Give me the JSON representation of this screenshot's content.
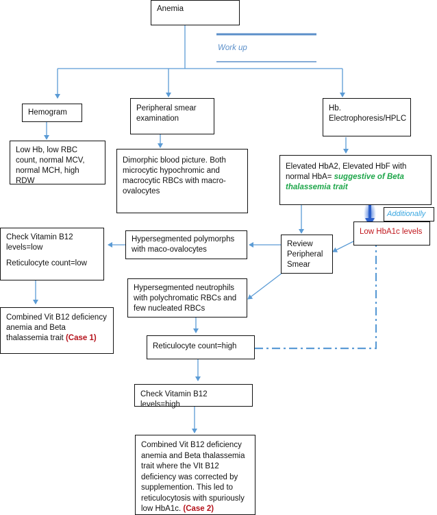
{
  "root": "Anemia",
  "workup_label": "Work up",
  "hemogram": "Hemogram",
  "peripheral_smear": "Peripheral smear examination",
  "electrophoresis": "Hb. Electrophoresis/HPLC",
  "hemogram_result": "Low Hb, low RBC count, normal MCV, normal MCH, high RDW",
  "smear_result": "Dimorphic blood picture. Both microcytic hypochromic and macrocytic RBCs with macro-ovalocytes",
  "electro_result_prefix": "Elevated HbA2, Elevated HbF with normal HbA= ",
  "electro_result_highlight": "suggestive of Beta thalassemia trait",
  "additionally": "Additionally",
  "low_hba1c": "Low HbA1c levels",
  "review_smear": "Review Peripheral Smear",
  "hypersegmented_poly": "Hypersegmented polymorphs with maco-ovalocytes",
  "check_b12_low_line1": "Check Vitamin B12 levels=low",
  "check_b12_low_line2": "Reticulocyte count=low",
  "case1_text": "Combined Vit B12 deficiency anemia and Beta thalassemia trait ",
  "case1_label": "(Case 1)",
  "hypersegmented_neut": "Hypersegmented neutrophils with polychromatic RBCs and few nucleated RBCs",
  "retic_high": "Reticulocyte count=high",
  "check_b12_high": "Check Vitamin B12 levels=high",
  "case2_text": "Combined Vit B12 deficiency anemia and Beta thalassemia trait where the VIt B12 deficiency was corrected by supplemention. This led to reticulocytosis with spuriously low HbA1c. ",
  "case2_label": "(Case 2)",
  "colors": {
    "arrow": "#5b9bd5",
    "highlight": "#1ea64a",
    "alert": "#c0161c",
    "workup": "#5b8fc9"
  }
}
